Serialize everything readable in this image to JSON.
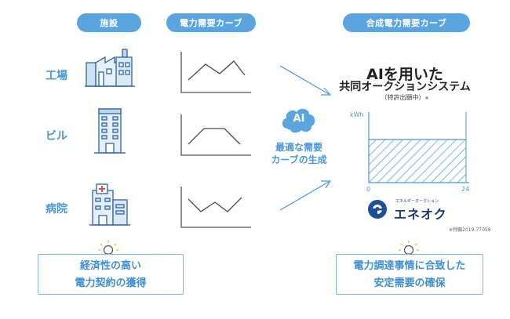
{
  "headers": {
    "facility": "施設",
    "demand_curve": "電力需要カーブ",
    "combined_curve": "合成電力需要カーブ"
  },
  "rows": [
    {
      "label": "工場",
      "icon": "factory-icon"
    },
    {
      "label": "ビル",
      "icon": "building-icon"
    },
    {
      "label": "病院",
      "icon": "hospital-icon"
    }
  ],
  "ai": {
    "badge": "AI",
    "caption_line1": "最適な需要",
    "caption_line2": "カーブの生成"
  },
  "system": {
    "title_line1": "AIを用いた",
    "title_line2": "共同オークションシステム",
    "note": "（特許出願中）",
    "note_mark": "※"
  },
  "chart_data": {
    "type": "area",
    "ylabel": "kWh",
    "x_ticks": [
      "0",
      "24"
    ],
    "fill": "hatched"
  },
  "logo": {
    "subtitle": "エネルギーオークション",
    "name": "エネオク"
  },
  "patent_number": "※特願2019-77058",
  "benefits": {
    "left_line1": "経済性の高い",
    "left_line2": "電力契約の獲得",
    "right_line1": "電力調達事情に合致した",
    "right_line2": "安定需要の確保"
  },
  "colors": {
    "accent": "#5aa5df",
    "text_blue": "#4a97d6",
    "line_gray": "#555555"
  }
}
